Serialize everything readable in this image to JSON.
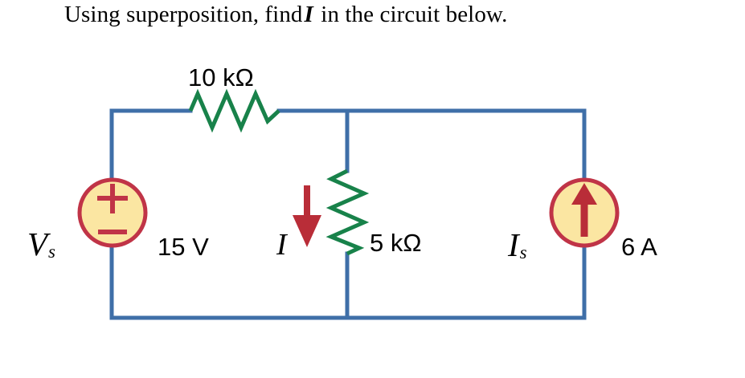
{
  "title": {
    "before": "Using superposition, find",
    "symbol": "I",
    "after": "in the circuit below."
  },
  "circuit": {
    "type": "dc-resistive-network",
    "topology": "single loop with three parallel branches between a top node rail and a bottom node rail",
    "wire_color": "#3f6fa8",
    "resistor_color": "#18824a",
    "source_fill": "#fbe6a2",
    "source_stroke": "#c03447",
    "arrow_color": "#b92d38",
    "elements": [
      {
        "name": "voltage-source",
        "symbol": "Vs",
        "symbol_base": "V",
        "symbol_sub": "s",
        "value": "15 V",
        "polarity_top": "+",
        "polarity_bottom": "–",
        "branch": "left"
      },
      {
        "name": "series-resistor",
        "label": "10 kΩ",
        "resistance": 10,
        "unit": "kΩ",
        "orientation": "horizontal",
        "branch": "top"
      },
      {
        "name": "shunt-resistor",
        "label": "5 kΩ",
        "resistance": 5,
        "unit": "kΩ",
        "orientation": "vertical",
        "branch": "middle"
      },
      {
        "name": "branch-current",
        "symbol": "I",
        "direction": "downward",
        "through": "5 kΩ resistor"
      },
      {
        "name": "current-source",
        "symbol": "Is",
        "symbol_base": "I",
        "symbol_sub": "s",
        "value": "6 A",
        "direction": "upward",
        "branch": "right"
      }
    ]
  }
}
